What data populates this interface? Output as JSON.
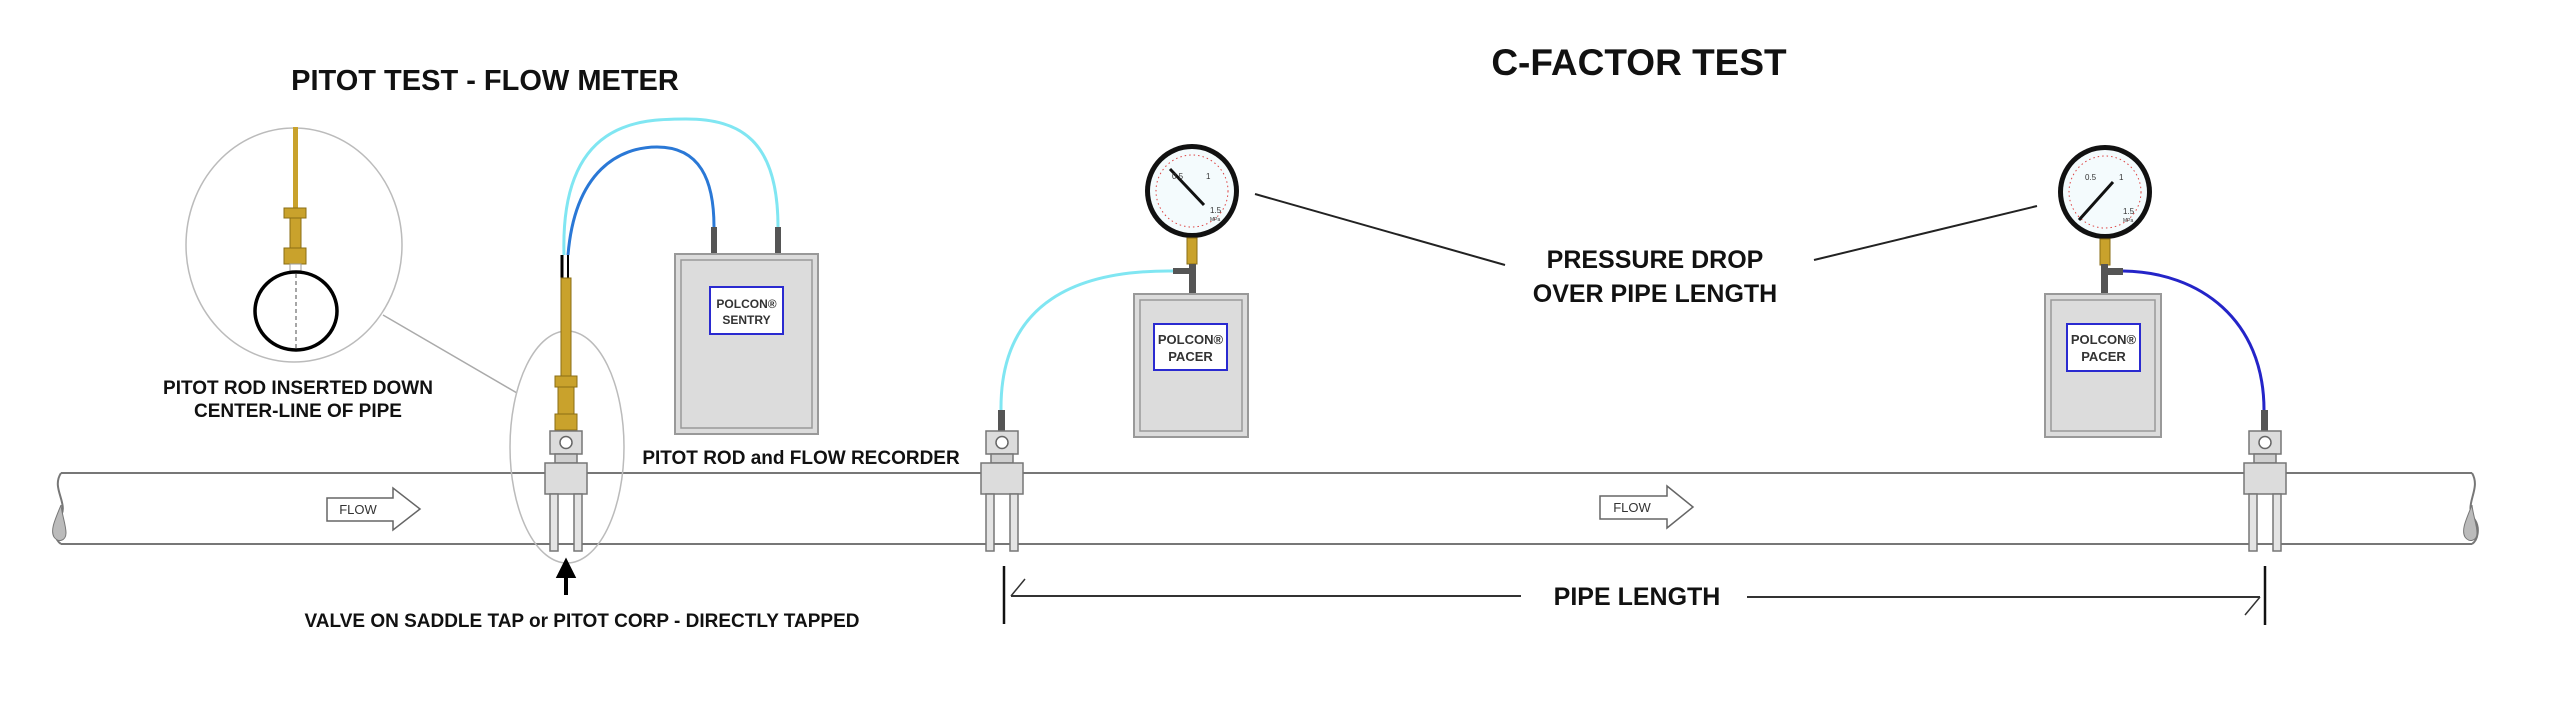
{
  "titles": {
    "pitot": "PITOT TEST - FLOW METER",
    "cfactor": "C-FACTOR TEST"
  },
  "labels": {
    "pitot_rod_line1": "PITOT ROD INSERTED DOWN",
    "pitot_rod_line2": "CENTER-LINE OF PIPE",
    "pitot_recorder": "PITOT ROD and FLOW RECORDER",
    "valve": "VALVE ON SADDLE TAP or PITOT CORP - DIRECTLY TAPPED",
    "pressure_line1": "PRESSURE DROP",
    "pressure_line2": "OVER PIPE LENGTH",
    "pipe_length": "PIPE LENGTH",
    "flow": "FLOW"
  },
  "devices": {
    "sentry": {
      "line1": "POLCON®",
      "line2": "SENTRY"
    },
    "pacer1": {
      "line1": "POLCON®",
      "line2": "PACER"
    },
    "pacer2": {
      "line1": "POLCON®",
      "line2": "PACER"
    }
  },
  "gauge": {
    "low": "0.5",
    "mid": "1",
    "high": "1.5",
    "unit": "MPa"
  },
  "colors": {
    "tube_cyan": "#80e6f2",
    "tube_blue_sentry": "#2a78d6",
    "tube_blue_pacer": "#2424c8",
    "brass": "#c9a22c",
    "device_gray": "#dcdcdc",
    "label_border": "#2a2ad0"
  }
}
